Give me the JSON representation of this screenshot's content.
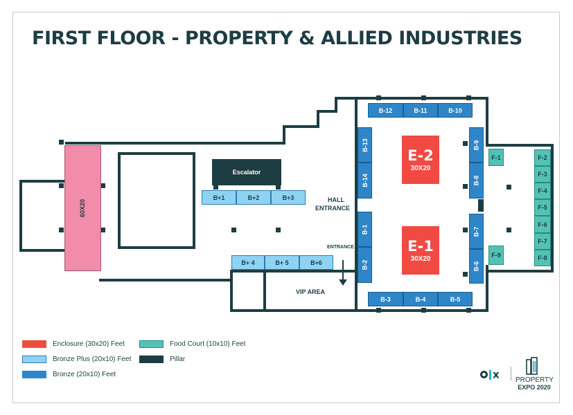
{
  "title": "FIRST FLOOR - PROPERTY & ALLIED INDUSTRIES",
  "colors": {
    "enclosure": "#f04a42",
    "bronze_plus": "#8fd3f4",
    "bronze": "#2e86c8",
    "food_court": "#53c2b6",
    "pillar": "#1d3d43",
    "large_booth": "#f28cab"
  },
  "enclosures": [
    {
      "name": "E-2",
      "size": "30X20"
    },
    {
      "name": "E-1",
      "size": "30X20"
    }
  ],
  "large_booth": "60X20",
  "escalator": "Escalator",
  "bronze_plus_booths": [
    "B+1",
    "B+2",
    "B+3",
    "B+ 4",
    "B+ 5",
    "B+6"
  ],
  "bronze_booths": {
    "top": [
      "B-12",
      "B-11",
      "B-10"
    ],
    "left": [
      "B-13",
      "B-14",
      "B-1",
      "B-2"
    ],
    "right": [
      "B-9",
      "B-8",
      "B-7",
      "B-6"
    ],
    "bottom": [
      "B-3",
      "B-4",
      "B-5"
    ]
  },
  "food_court": [
    "F-1",
    "F-9",
    "F-2",
    "F-3",
    "F-4",
    "F-5",
    "F-6",
    "F-7",
    "F-8"
  ],
  "labels": {
    "hall_entrance_1": "HALL",
    "hall_entrance_2": "ENTRANCE",
    "entrance": "ENTRANCE",
    "vip_area": "VIP AREA"
  },
  "legend": [
    {
      "key": "enclosure",
      "label": "Enclosure (30x20) Feet"
    },
    {
      "key": "bronze_plus",
      "label": "Bronze Plus (20x10) Feet"
    },
    {
      "key": "bronze",
      "label": "Bronze (20x10) Feet"
    },
    {
      "key": "food_court",
      "label": "Food Court (10x10) Feet"
    },
    {
      "key": "pillar",
      "label": "Pillar"
    }
  ],
  "logo": {
    "brand": "OLX",
    "line1": "PROPERTY",
    "line2": "EXPO 2020"
  }
}
